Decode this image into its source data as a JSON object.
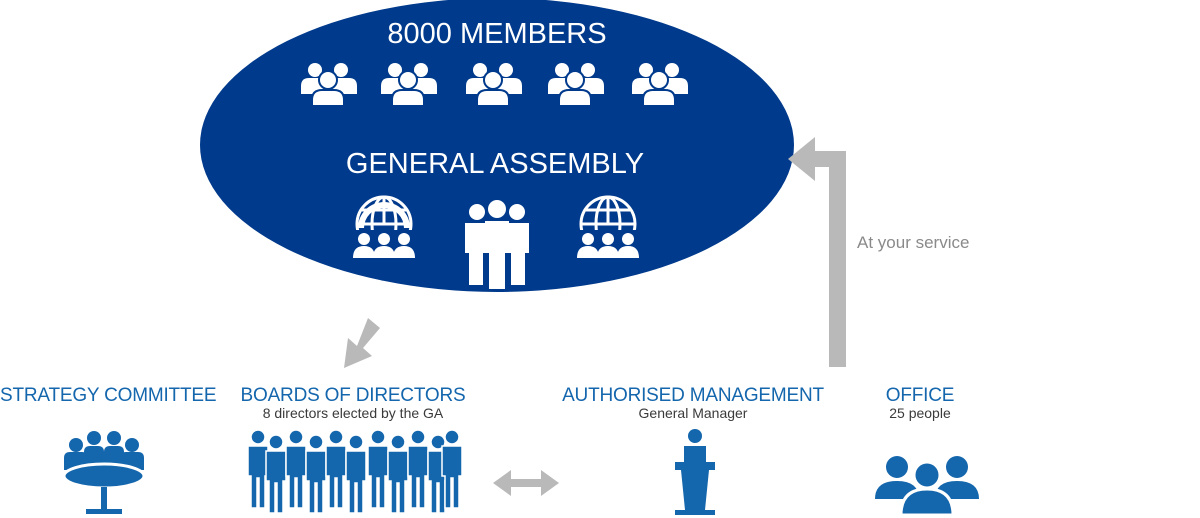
{
  "assembly": {
    "members_label": "8000 MEMBERS",
    "assembly_label": "GENERAL ASSEMBLY"
  },
  "flow": {
    "service_label": "At your service"
  },
  "units": [
    {
      "title": "STRATEGY COMMITTEE",
      "subtitle": ""
    },
    {
      "title": "BOARDS OF DIRECTORS",
      "subtitle": "8 directors elected by the GA"
    },
    {
      "title": "AUTHORISED MANAGEMENT",
      "subtitle": "General Manager"
    },
    {
      "title": "OFFICE",
      "subtitle": "25 people"
    }
  ],
  "icons": {
    "members": [
      "members-group-icon",
      "members-group-icon",
      "members-group-icon",
      "members-group-icon",
      "members-group-icon"
    ],
    "assembly": [
      "globe-meeting-icon",
      "standing-people-icon",
      "globe-meeting-icon"
    ],
    "strategy": "meeting-table-icon",
    "board": "directors-group-icon",
    "management": "speaker-podium-icon",
    "office": "office-team-icon"
  },
  "colors": {
    "ellipse": "#003a8c",
    "blue": "#1466ad",
    "arrow_grey": "#b9b9b9",
    "text_grey": "#8a8a8a"
  }
}
